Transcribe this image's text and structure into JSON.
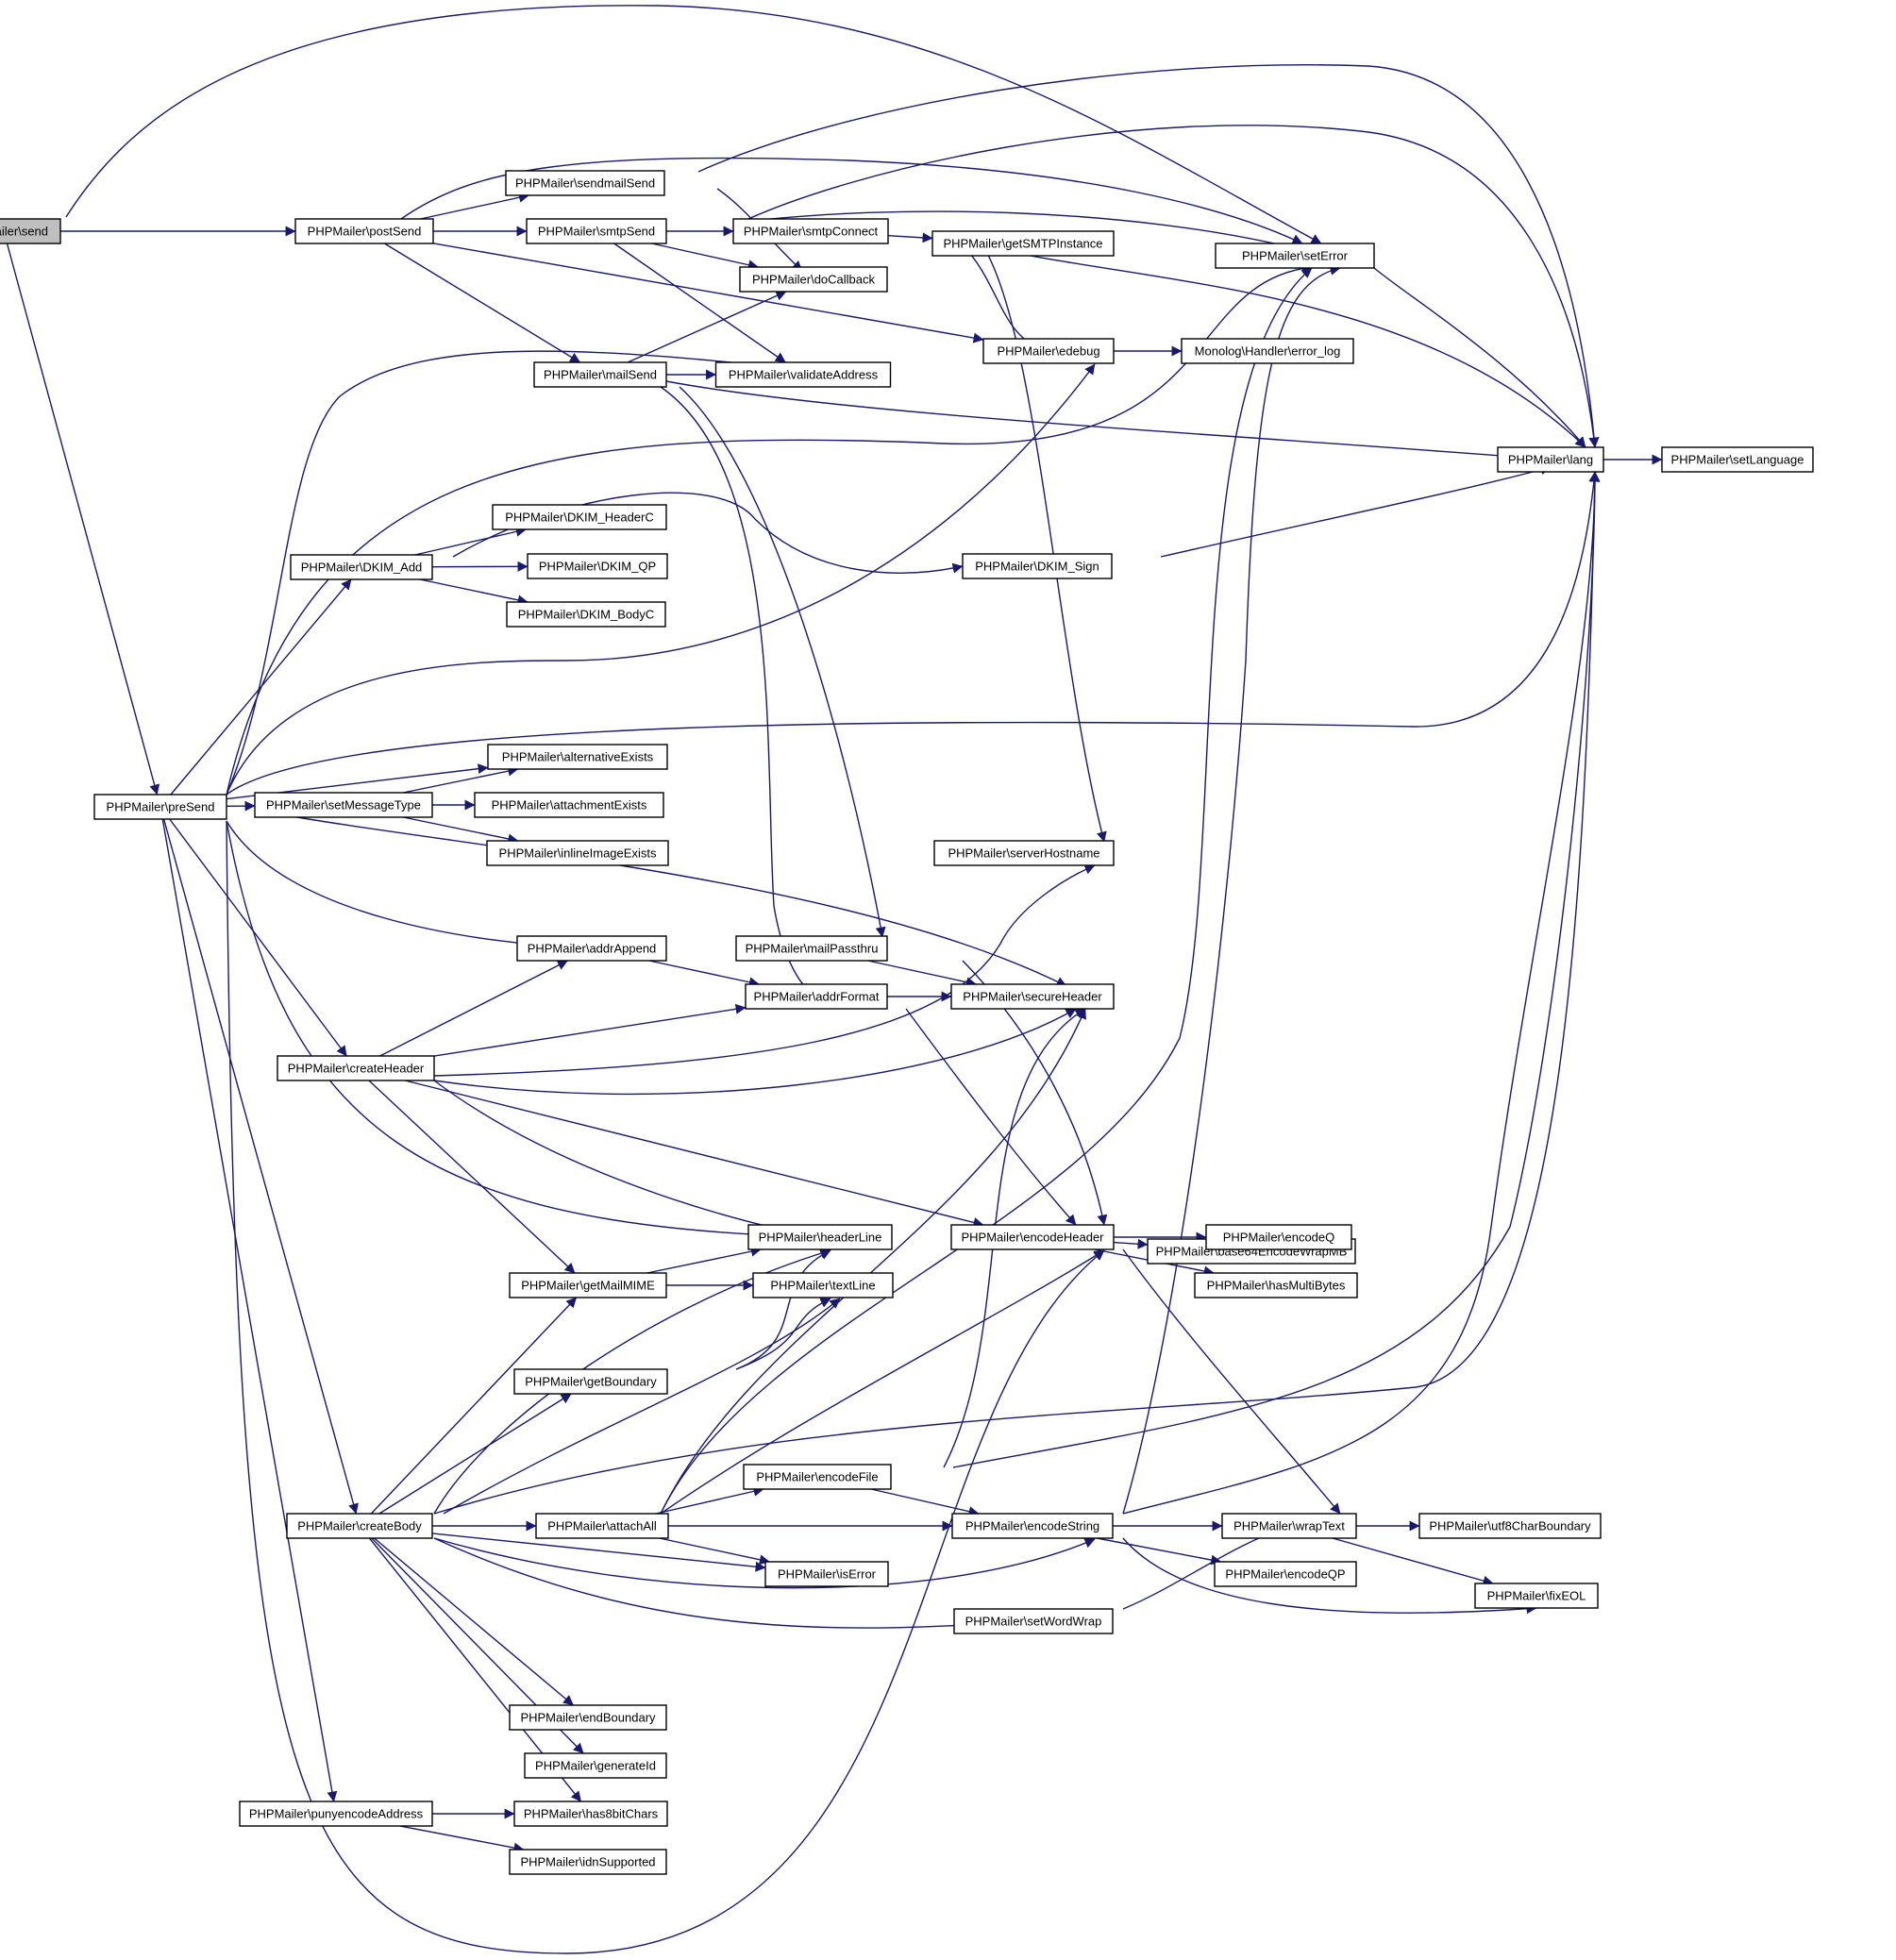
{
  "colors": {
    "edge": "#191970",
    "node_fill": "#ffffff",
    "root_fill": "#bfbfbf",
    "border": "#000000"
  },
  "nodes": {
    "send": "PHPMailer\\send",
    "postSend": "PHPMailer\\postSend",
    "preSend": "PHPMailer\\preSend",
    "sendmailSend": "PHPMailer\\sendmailSend",
    "smtpSend": "PHPMailer\\smtpSend",
    "mailSend": "PHPMailer\\mailSend",
    "edebug": "PHPMailer\\edebug",
    "smtpConnect": "PHPMailer\\smtpConnect",
    "getSMTPInstance": "PHPMailer\\getSMTPInstance",
    "setError": "PHPMailer\\setError",
    "doCallback": "PHPMailer\\doCallback",
    "validateAddress": "PHPMailer\\validateAddress",
    "errorLog": "Monolog\\Handler\\error_log",
    "lang": "PHPMailer\\lang",
    "setLanguage": "PHPMailer\\setLanguage",
    "DKIM_HeaderC": "PHPMailer\\DKIM_HeaderC",
    "DKIM_Add": "PHPMailer\\DKIM_Add",
    "DKIM_QP": "PHPMailer\\DKIM_QP",
    "DKIM_Sign": "PHPMailer\\DKIM_Sign",
    "DKIM_BodyC": "PHPMailer\\DKIM_BodyC",
    "alternativeExists": "PHPMailer\\alternativeExists",
    "setMessageType": "PHPMailer\\setMessageType",
    "attachmentExists": "PHPMailer\\attachmentExists",
    "inlineImageExists": "PHPMailer\\inlineImageExists",
    "serverHostname": "PHPMailer\\serverHostname",
    "addrAppend": "PHPMailer\\addrAppend",
    "mailPassthru": "PHPMailer\\mailPassthru",
    "addrFormat": "PHPMailer\\addrFormat",
    "secureHeader": "PHPMailer\\secureHeader",
    "createHeader": "PHPMailer\\createHeader",
    "base64EncodeWrapMB": "PHPMailer\\base64EncodeWrapMB",
    "headerLine": "PHPMailer\\headerLine",
    "encodeHeader": "PHPMailer\\encodeHeader",
    "encodeQ": "PHPMailer\\encodeQ",
    "getMailMIME": "PHPMailer\\getMailMIME",
    "textLine": "PHPMailer\\textLine",
    "hasMultiBytes": "PHPMailer\\hasMultiBytes",
    "getBoundary": "PHPMailer\\getBoundary",
    "encodeFile": "PHPMailer\\encodeFile",
    "createBody": "PHPMailer\\createBody",
    "attachAll": "PHPMailer\\attachAll",
    "encodeString": "PHPMailer\\encodeString",
    "wrapText": "PHPMailer\\wrapText",
    "utf8CharBoundary": "PHPMailer\\utf8CharBoundary",
    "isError": "PHPMailer\\isError",
    "encodeQP": "PHPMailer\\encodeQP",
    "fixEOL": "PHPMailer\\fixEOL",
    "setWordWrap": "PHPMailer\\setWordWrap",
    "endBoundary": "PHPMailer\\endBoundary",
    "generateId": "PHPMailer\\generateId",
    "punyencodeAddress": "PHPMailer\\punyencodeAddress",
    "has8bitChars": "PHPMailer\\has8bitChars",
    "idnSupported": "PHPMailer\\idnSupported"
  }
}
